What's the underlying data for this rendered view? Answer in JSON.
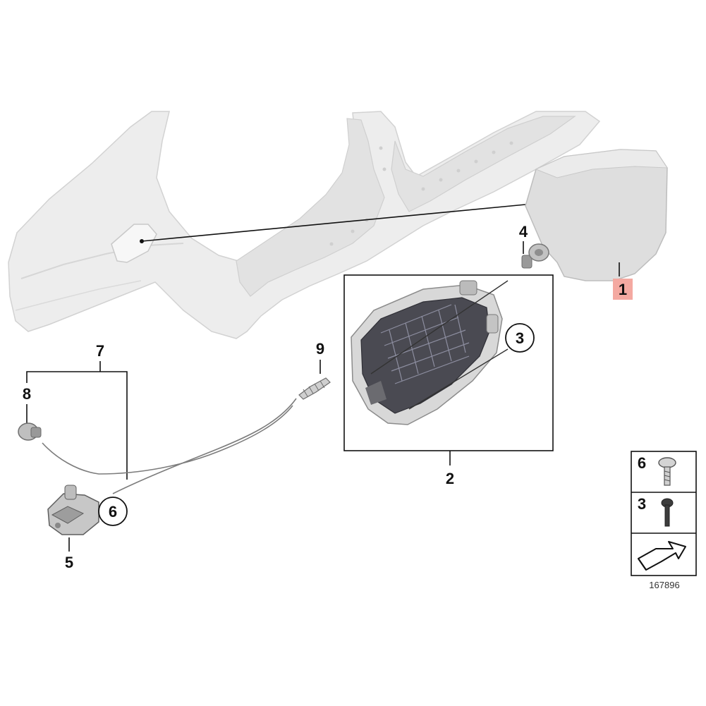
{
  "diagram": {
    "callouts": {
      "p1": "1",
      "p2": "2",
      "p3": "3",
      "p4": "4",
      "p5": "5",
      "p6": "6",
      "p7": "7",
      "p8": "8",
      "p9": "9"
    },
    "highlight_color": "#f4a9a1",
    "legend": {
      "item_a": "6",
      "item_b": "3"
    },
    "figure_number": "167896"
  }
}
